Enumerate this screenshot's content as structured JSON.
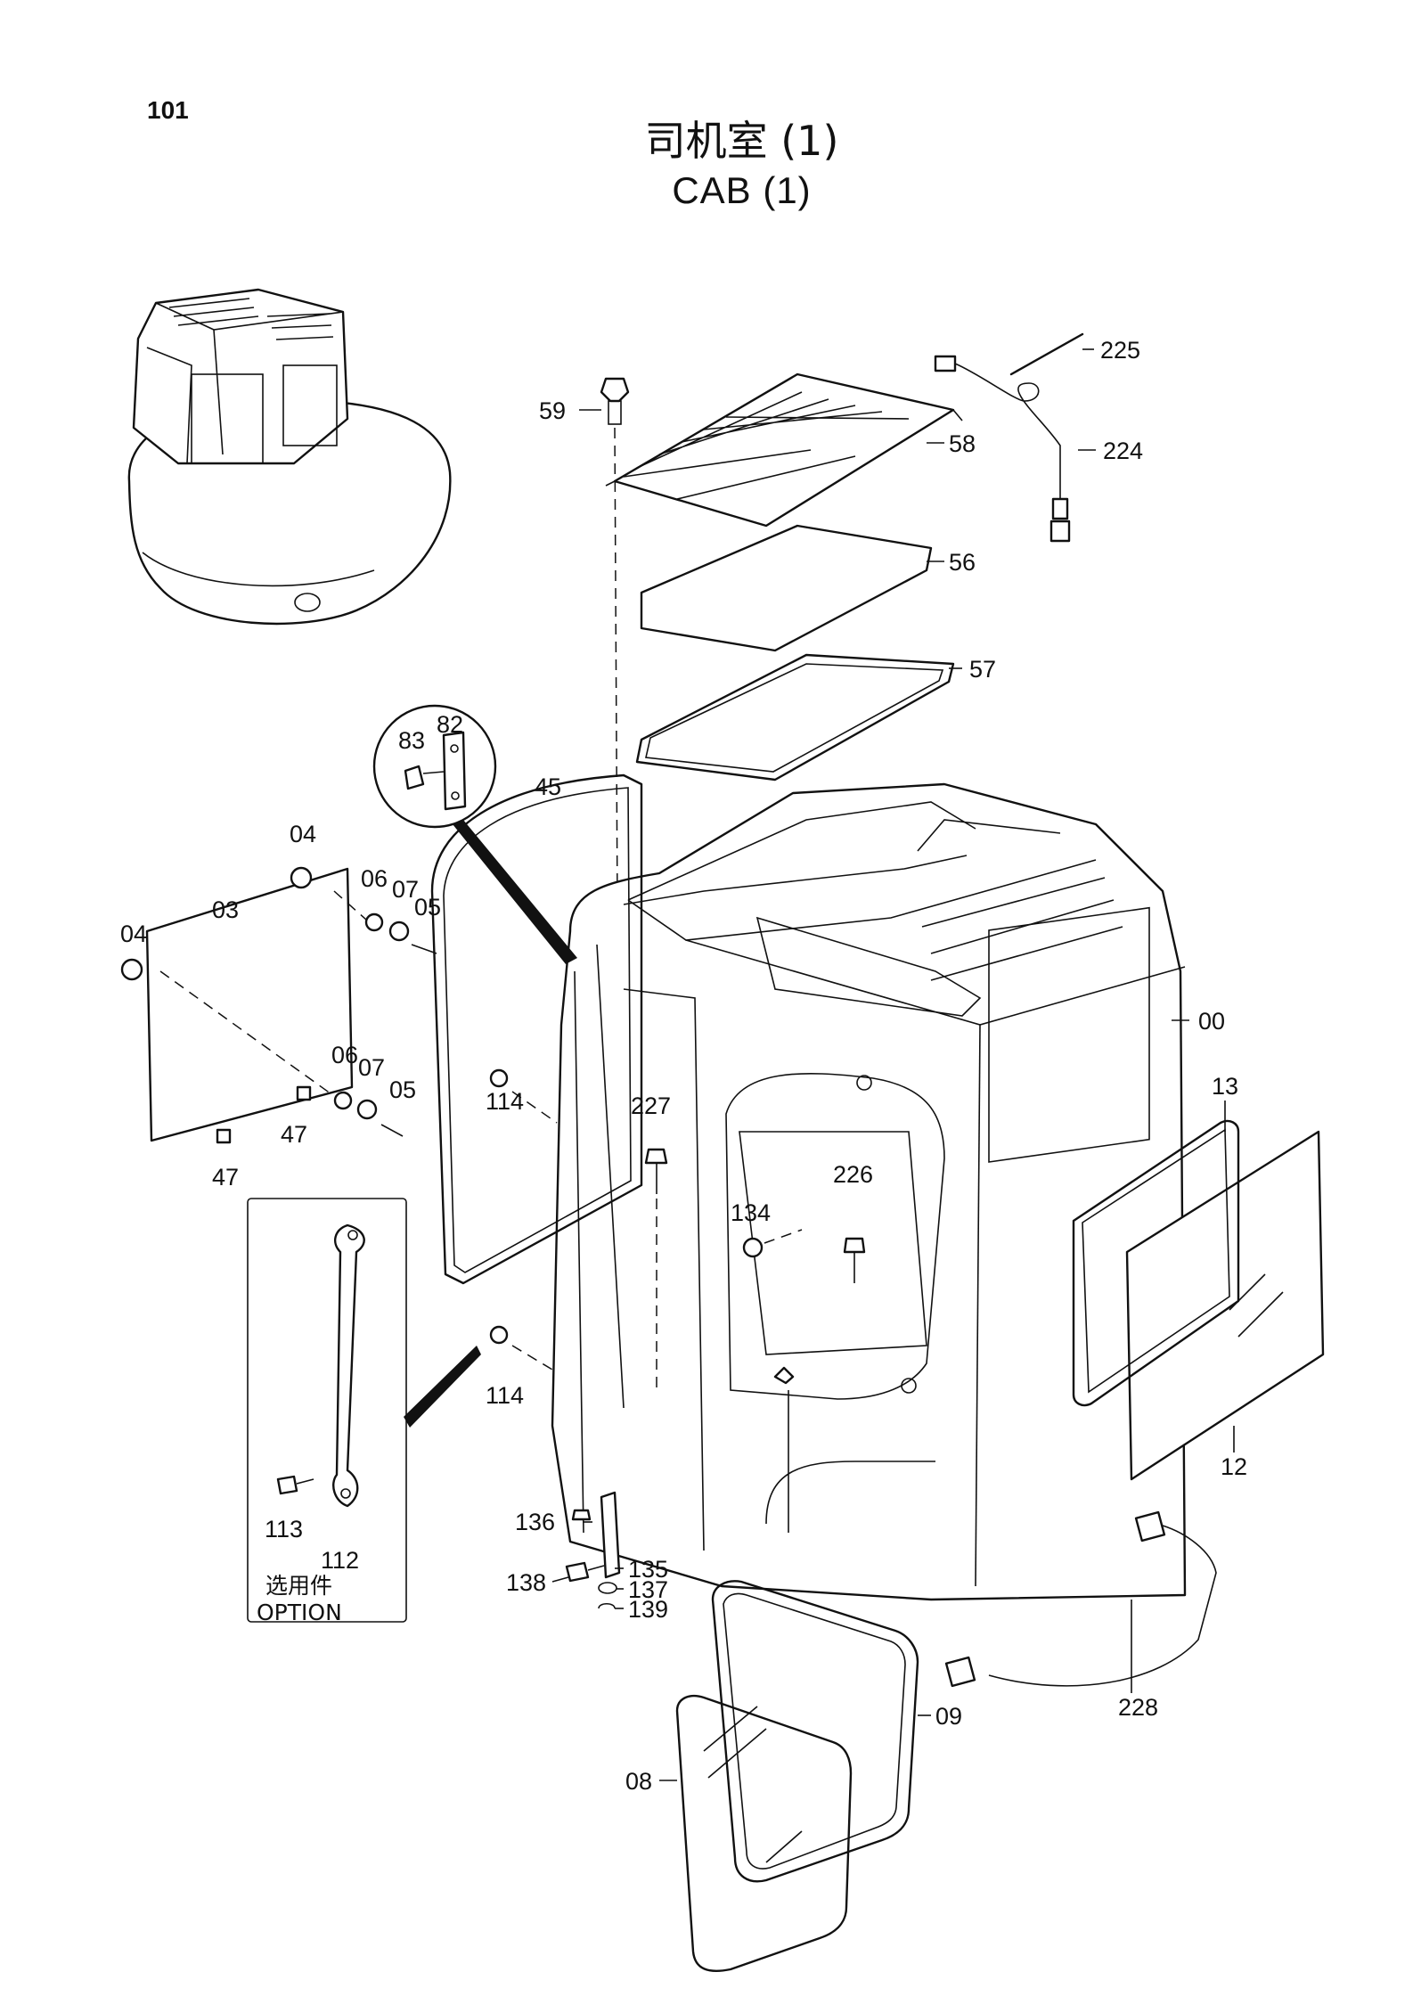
{
  "page_number": "101",
  "title_cn": "司机室 (1)",
  "title_en": "CAB  (1)",
  "option_box": {
    "cn": "选用件",
    "en": "OPTION"
  },
  "parts": [
    {
      "label": "225"
    },
    {
      "label": "59"
    },
    {
      "label": "58"
    },
    {
      "label": "224"
    },
    {
      "label": "56"
    },
    {
      "label": "57"
    },
    {
      "label": "83"
    },
    {
      "label": "82"
    },
    {
      "label": "45"
    },
    {
      "label": "04"
    },
    {
      "label": "06"
    },
    {
      "label": "07"
    },
    {
      "label": "05"
    },
    {
      "label": "03"
    },
    {
      "label": "04"
    },
    {
      "label": "00"
    },
    {
      "label": "06"
    },
    {
      "label": "07"
    },
    {
      "label": "05"
    },
    {
      "label": "114"
    },
    {
      "label": "13"
    },
    {
      "label": "47"
    },
    {
      "label": "227"
    },
    {
      "label": "47"
    },
    {
      "label": "226"
    },
    {
      "label": "134"
    },
    {
      "label": "114"
    },
    {
      "label": "12"
    },
    {
      "label": "136"
    },
    {
      "label": "113"
    },
    {
      "label": "112"
    },
    {
      "label": "135"
    },
    {
      "label": "138"
    },
    {
      "label": "137"
    },
    {
      "label": "139"
    },
    {
      "label": "09"
    },
    {
      "label": "228"
    },
    {
      "label": "08"
    }
  ]
}
